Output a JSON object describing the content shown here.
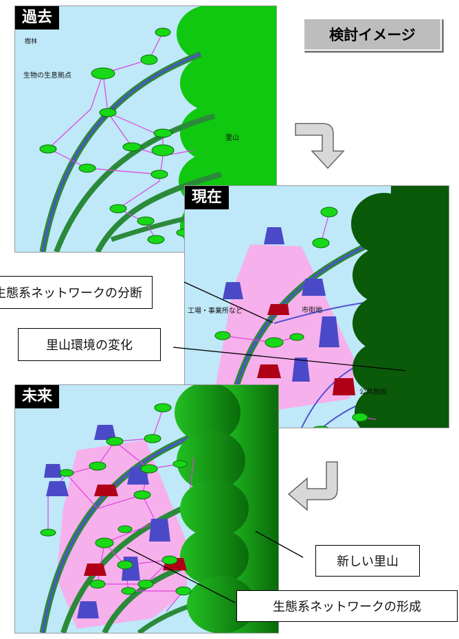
{
  "title_button": "検討イメージ",
  "panels": {
    "past": {
      "tag": "過去",
      "labels": {
        "habitat_type": "樹林",
        "habitat_point": "生物の生息拠点",
        "satoyama": "里山"
      }
    },
    "present": {
      "tag": "現在",
      "labels": {
        "factory": "工場・事業所など",
        "urban": "市街地",
        "facility": "公共施設"
      }
    },
    "future": {
      "tag": "未来"
    }
  },
  "callouts": {
    "network_fragmentation": "生態系ネットワークの分断",
    "satoyama_change": "里山環境の変化",
    "new_satoyama": "新しい里山",
    "network_formation": "生態系ネットワークの形成"
  },
  "colors": {
    "sky": "#bfe8f8",
    "forest_past": "#10c810",
    "forest_present": "#0a5a0a",
    "forest_future": "#1aa81a",
    "urban_area": "#f6b0ec",
    "building_blue": "#4a4ac8",
    "building_red": "#b00018",
    "node_green": "#18d818",
    "link_magenta": "#e040e0",
    "road_green": "#2a8a3a",
    "road_blue": "#5050d0"
  }
}
